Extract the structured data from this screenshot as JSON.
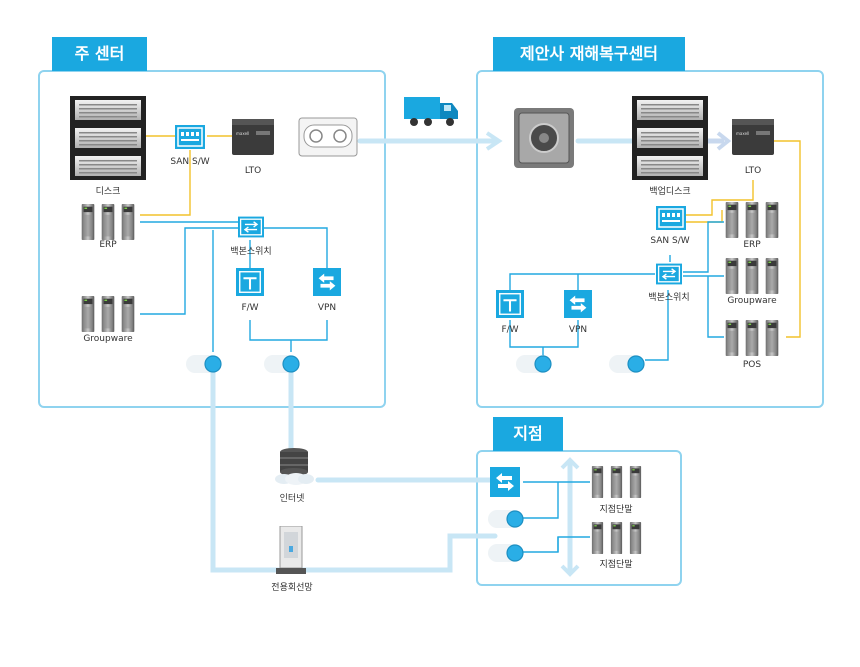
{
  "main_center": {
    "title": "주 센터",
    "disk": "디스크",
    "san": "SAN S/W",
    "lto": "LTO",
    "erp": "ERP",
    "groupware": "Groupware",
    "backbone": "백본스위치",
    "fw": "F/W",
    "vpn": "VPN"
  },
  "dr_center": {
    "title": "제안사 재해복구센터",
    "backup_disk": "백업디스크",
    "lto": "LTO",
    "san": "SAN S/W",
    "erp": "ERP",
    "groupware": "Groupware",
    "pos": "POS",
    "backbone": "백본스위치",
    "fw": "F/W",
    "vpn": "VPN"
  },
  "branch": {
    "title": "지점",
    "terminal_1": "지점단말",
    "terminal_2": "지점단말"
  },
  "internet": "인터넷",
  "leased_line": "전용회선망",
  "colors": {
    "accent": "#1aa8e0",
    "panel_border": "#8fd3ef",
    "line_blue": "#22a9e1",
    "line_yellow": "#f2c22b",
    "pipe": "#c8e6f5"
  },
  "icons": {
    "truck": "truck-icon",
    "safe": "safe-icon",
    "tape": "tape-cartridge-icon",
    "server": "server-icon",
    "switch": "switch-icon",
    "firewall": "firewall-icon",
    "vpn": "vpn-icon"
  }
}
